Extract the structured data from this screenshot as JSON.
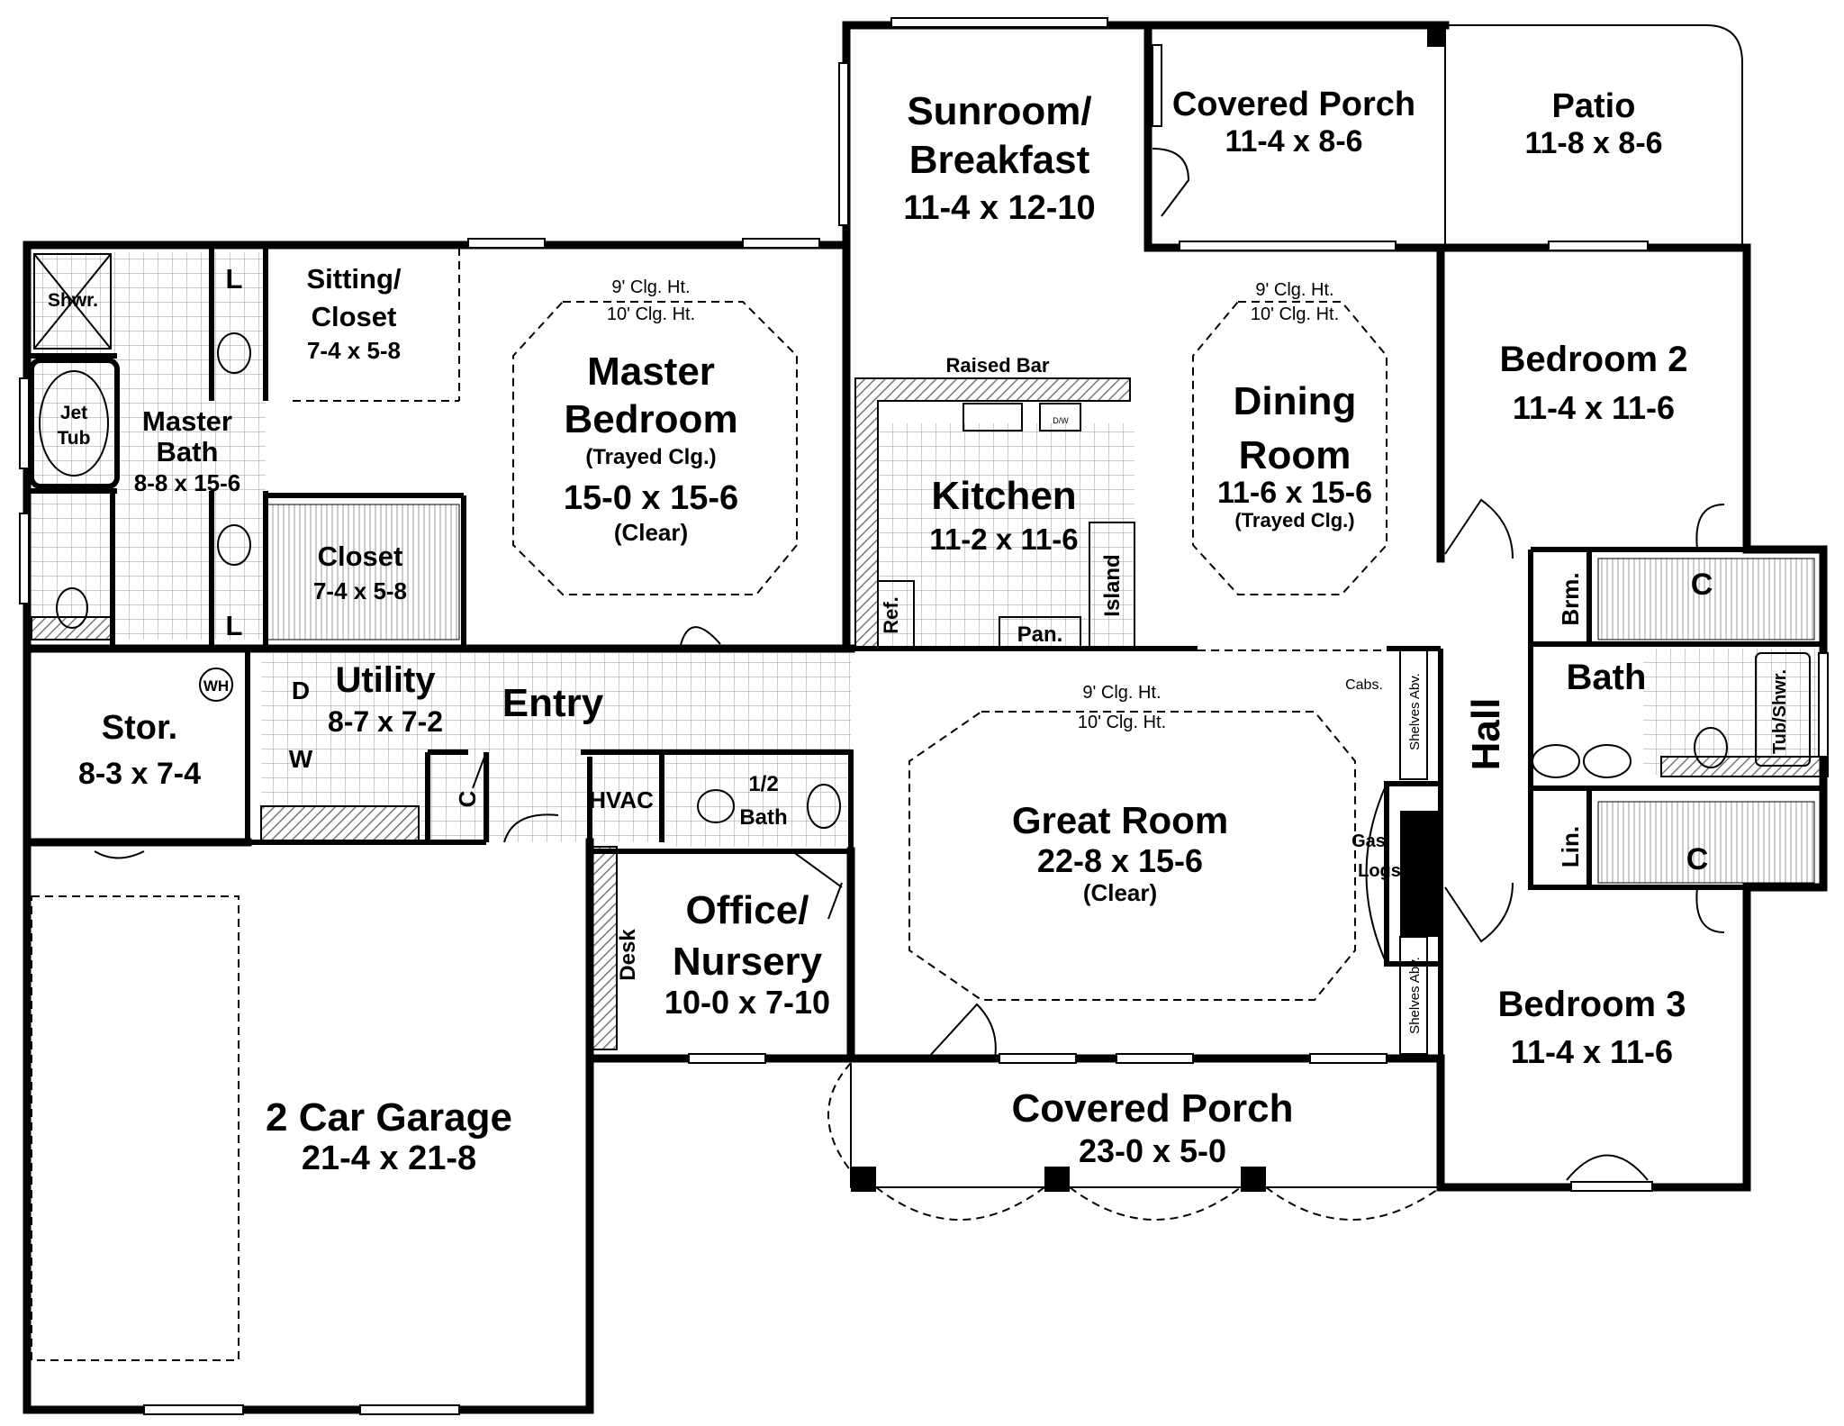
{
  "rooms": {
    "sunroom": {
      "name1": "Sunroom/",
      "name2": "Breakfast",
      "dims": "11-4 x 12-10"
    },
    "covered_porch_back": {
      "name": "Covered Porch",
      "dims": "11-4 x 8-6"
    },
    "patio": {
      "name": "Patio",
      "dims": "11-8 x 8-6"
    },
    "sitting_closet": {
      "name1": "Sitting/",
      "name2": "Closet",
      "dims": "7-4 x 5-8"
    },
    "master_bedroom": {
      "clg1": "9' Clg. Ht.",
      "clg2": "10' Clg. Ht.",
      "name1": "Master",
      "name2": "Bedroom",
      "note": "(Trayed Clg.)",
      "dims": "15-0 x 15-6",
      "note2": "(Clear)"
    },
    "master_bath": {
      "name1": "Master",
      "name2": "Bath",
      "dims": "8-8 x 15-6",
      "shower": "Shwr.",
      "tub1": "Jet",
      "tub2": "Tub",
      "linen1": "L",
      "linen2": "L"
    },
    "closet": {
      "name": "Closet",
      "dims": "7-4 x 5-8"
    },
    "kitchen": {
      "name": "Kitchen",
      "dims": "11-2 x 11-6",
      "raised_bar": "Raised Bar",
      "ref": "Ref.",
      "pantry": "Pan.",
      "island": "Island",
      "dw": "D/W"
    },
    "dining": {
      "clg1": "9' Clg. Ht.",
      "clg2": "10' Clg. Ht.",
      "name1": "Dining",
      "name2": "Room",
      "dims": "11-6 x 15-6",
      "note": "(Trayed Clg.)"
    },
    "bedroom2": {
      "name": "Bedroom 2",
      "dims": "11-4 x 11-6"
    },
    "bedroom3": {
      "name": "Bedroom 3",
      "dims": "11-4 x 11-6"
    },
    "storage": {
      "name": "Stor.",
      "dims": "8-3 x 7-4",
      "wh": "WH"
    },
    "utility": {
      "name": "Utility",
      "dims": "8-7 x 7-2",
      "dryer": "D",
      "washer": "W",
      "closet": "C"
    },
    "entry": {
      "name": "Entry"
    },
    "hvac": {
      "name": "HVAC"
    },
    "half_bath": {
      "name1": "1/2",
      "name2": "Bath"
    },
    "great_room": {
      "clg1": "9' Clg. Ht.",
      "clg2": "10' Clg. Ht.",
      "name": "Great Room",
      "dims": "22-8 x 15-6",
      "note": "(Clear)",
      "cabs": "Cabs.",
      "shelves1": "Shelves Abv.",
      "shelves2": "Shelves Abv.",
      "gas1": "Gas",
      "gas2": "Logs"
    },
    "office": {
      "name1": "Office/",
      "name2": "Nursery",
      "dims": "10-0 x 7-10",
      "desk": "Desk"
    },
    "garage": {
      "name": "2 Car Garage",
      "dims": "21-4 x 21-8"
    },
    "covered_porch_front": {
      "name": "Covered Porch",
      "dims": "23-0 x 5-0"
    },
    "hall": {
      "name": "Hall",
      "broom": "Brm.",
      "linen": "Lin.",
      "closet1": "C",
      "closet2": "C"
    },
    "bath": {
      "name": "Bath",
      "tub": "Tub/Shwr."
    }
  }
}
